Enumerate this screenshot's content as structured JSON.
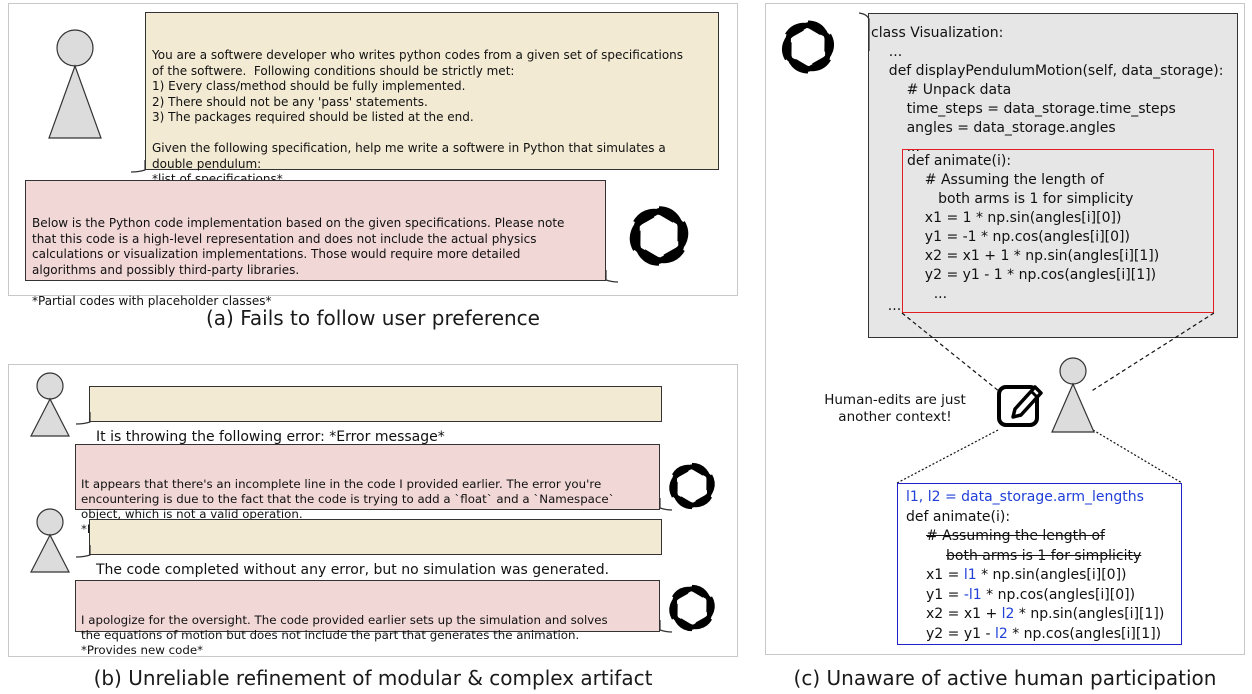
{
  "panel_a": {
    "caption": "(a) Fails to follow user preference",
    "user_message": {
      "lines": [
        "You are a softwere developer who writes python codes from a given set of specifications",
        "of the softwere.  Following conditions should be strictly met:",
        "1) Every class/method should be fully implemented.",
        "2) There should not be any 'pass' statements.",
        "3) The packages required should be listed at the end.",
        "",
        "Given the following specification, help me write a softwere in Python that simulates a",
        "double pendulum:",
        "*list of specifications*"
      ]
    },
    "assistant_message": {
      "lines": [
        "Below is the Python code implementation based on the given specifications. Please note",
        "that this code is a high-level representation and does not include the actual physics",
        "calculations or visualization implementations. Those would require more detailed",
        "algorithms and possibly third-party libraries.",
        "",
        "*Partial codes with placeholder classes*"
      ]
    }
  },
  "panel_b": {
    "caption": "(b) Unreliable refinement of modular & complex artifact",
    "msg1": "It is throwing the following error: *Error message*",
    "msg2": {
      "lines": [
        "It appears that there's an incomplete line in the code I provided earlier. The error you're",
        "encountering is due to the fact that the code is trying to add a `float` and a `Namespace`",
        "object, which is not a valid operation.",
        "*Provides new code*"
      ]
    },
    "msg3": "The code completed without any error, but no simulation was generated.",
    "msg4": {
      "lines": [
        "I apologize for the oversight. The code provided earlier sets up the simulation and solves",
        "the equations of motion but does not include the part that generates the animation.",
        "*Provides new code*"
      ]
    }
  },
  "panel_c": {
    "caption": "(c) Unaware of active human participation",
    "code_lines": [
      "class Visualization:",
      "    ...",
      "    def displayPendulumMotion(self, data_storage):",
      "        # Unpack data",
      "        time_steps = data_storage.time_steps",
      "        angles = data_storage.angles",
      "        ..."
    ],
    "red_lines": [
      "def animate(i):",
      "    # Assuming the length of",
      "       both arms is 1 for simplicity",
      "    x1 = 1 * np.sin(angles[i][0])",
      "    y1 = -1 * np.cos(angles[i][0])",
      "    x2 = x1 + 1 * np.sin(angles[i][1])",
      "    y2 = y1 - 1 * np.cos(angles[i][1])",
      "      ..."
    ],
    "code_tail": "    ...",
    "note": "Human-edits are just\nanother context!",
    "edited": {
      "l1": "l1, l2 = data_storage.arm_lengths",
      "def": "def animate(i):",
      "strike1": "# Assuming the length of",
      "strike2": "both arms is 1 for simplicity",
      "x1_a": "x1 = ",
      "x1_h": "l1",
      "x1_b": " * np.sin(angles[i][0])",
      "y1_a": "y1 = ",
      "y1_h": "-l1",
      "y1_b": " * np.cos(angles[i][0])",
      "x2_a": "x2 = x1 + ",
      "x2_h": "l2",
      "x2_b": " * np.sin(angles[i][1])",
      "y2_a": "y2 = y1 - ",
      "y2_h": "l2",
      "y2_b": " * np.cos(angles[i][1])"
    }
  },
  "icons": [
    "user-icon",
    "chatgpt-logo-icon",
    "edit-icon"
  ],
  "colors": {
    "user_bubble": "#f2ead3",
    "assistant_bubble": "#f2d7d7",
    "code_background": "#e6e6e6",
    "highlight_box": "#e02020",
    "edit_box": "#2222cc",
    "edit_text": "#1f3fd8"
  }
}
